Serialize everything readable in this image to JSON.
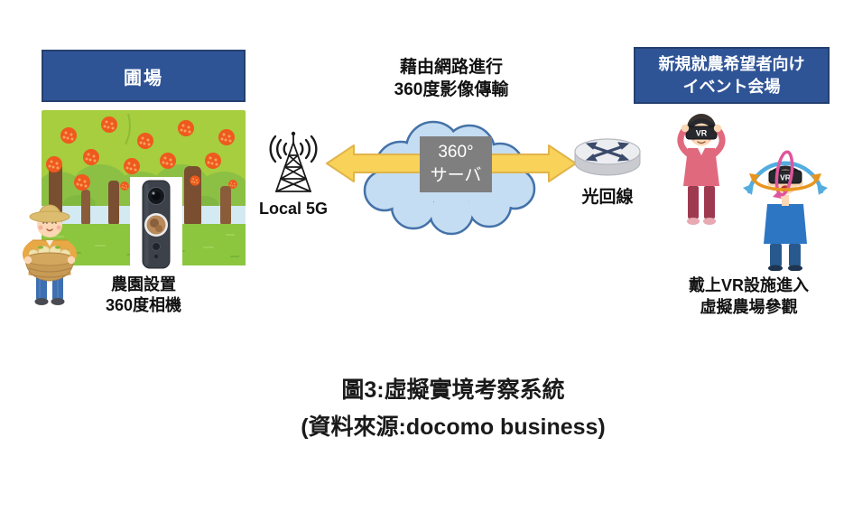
{
  "left": {
    "header": "圃場",
    "caption_line1": "農園設置",
    "caption_line2": "360度相機"
  },
  "network": {
    "antenna_label": "Local 5G",
    "note_line1": "藉由網路進行",
    "note_line2": "360度影像傳輸",
    "server_line1": "360°",
    "server_line2": "サーバ",
    "router_label": "光回線"
  },
  "right": {
    "header_line1": "新規就農希望者向け",
    "header_line2": "イベント会場",
    "caption_line1": "戴上VR設施進入",
    "caption_line2": "虛擬農場參觀",
    "vr_badge": "VR"
  },
  "figure": {
    "caption_line1": "圖3:虛擬實境考察系統",
    "caption_line2": "(資料來源:docomo business)"
  },
  "colors": {
    "header_blue": "#2F5496",
    "cloud_fill": "#C5DDF2",
    "cloud_stroke": "#4472A8",
    "arrow_yellow": "#F8D259",
    "server_gray": "#7F7F7F"
  }
}
